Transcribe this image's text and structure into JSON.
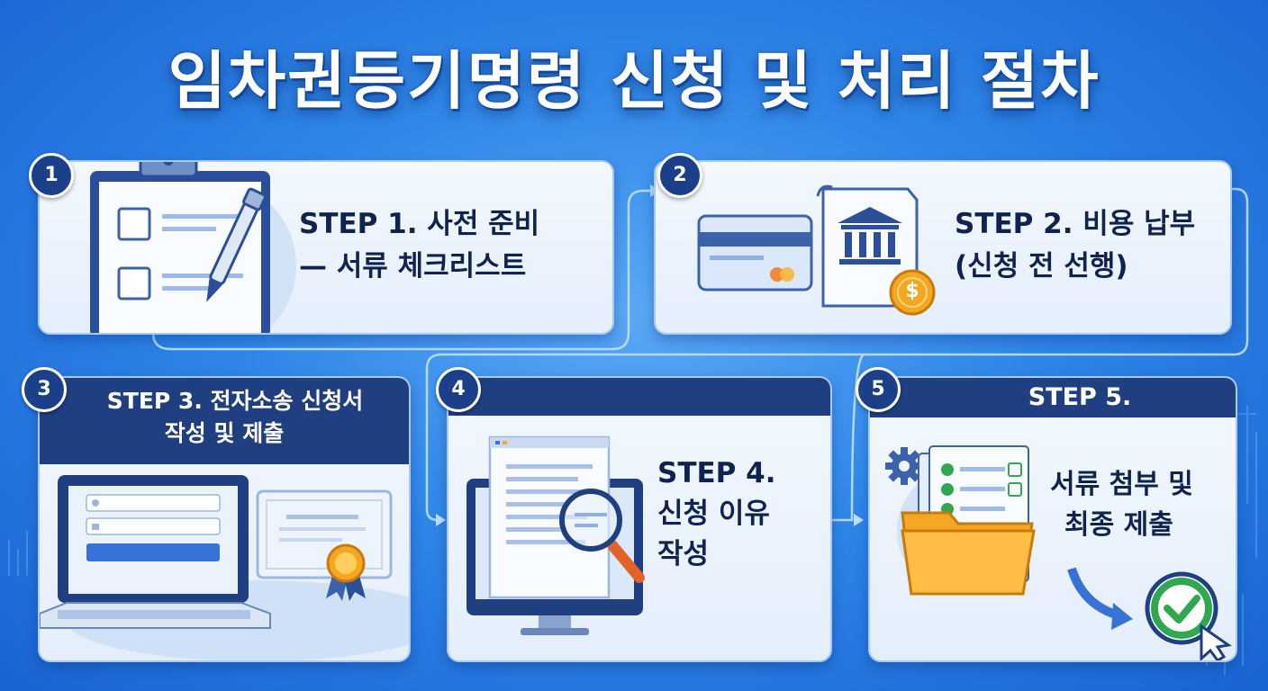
{
  "title": "임차권등기명령 신청 및 처리 절차",
  "steps": [
    {
      "number": "1",
      "lines": [
        "STEP 1. 사전 준비",
        "— 서류 체크리스트"
      ]
    },
    {
      "number": "2",
      "lines": [
        "STEP 2. 비용 납부",
        "(신청 전 선행)"
      ]
    },
    {
      "number": "3",
      "lines": [
        "STEP 3. 전자소송 신청서",
        "작성 및 제출"
      ]
    },
    {
      "number": "4",
      "lines": [
        "STEP 4.",
        "신청 이유",
        "작성"
      ]
    },
    {
      "number": "5",
      "header": "STEP 5.",
      "lines": [
        "서류 첨부 및",
        "최종 제출"
      ]
    }
  ],
  "icons": {
    "step1": [
      "clipboard-icon",
      "pen-icon"
    ],
    "step2": [
      "credit-card-icon",
      "bank-icon",
      "coin-icon"
    ],
    "step3": [
      "laptop-icon",
      "certificate-icon"
    ],
    "step4": [
      "monitor-icon",
      "document-icon",
      "magnifier-icon"
    ],
    "step5": [
      "gear-icon",
      "folder-icon",
      "check-circle-icon",
      "cursor-icon"
    ]
  },
  "coin_symbol": "$",
  "colors": {
    "background": "#2f86e8",
    "badge": "#1b3f88",
    "band": "#1f3f80",
    "card": "#eef4fd",
    "text": "#0f2350",
    "accent_orange": "#f5a623",
    "check_green": "#2fa84f"
  }
}
